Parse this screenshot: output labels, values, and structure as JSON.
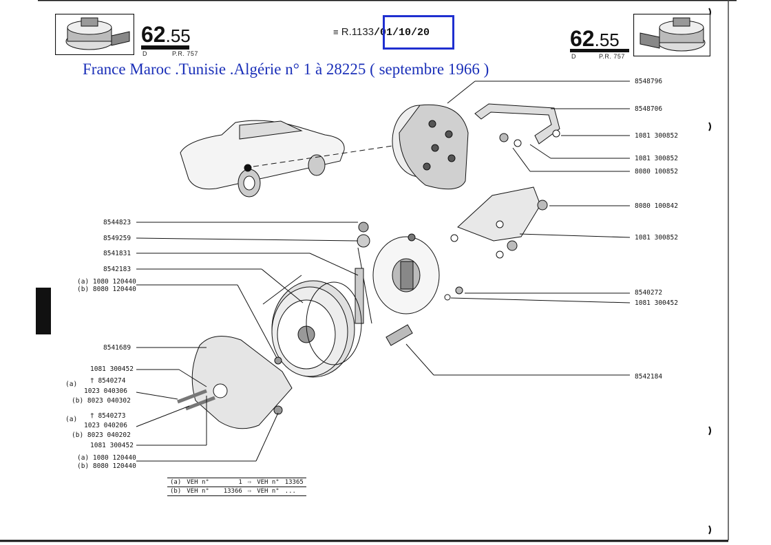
{
  "header": {
    "page_num_left_big": "62",
    "page_num_left_small": ".55",
    "left_sub_d": "D",
    "left_sub_pr": "P.R. 757",
    "ref_prefix": "R.1133",
    "ref_date": "/01/10/20",
    "page_num_right_big": "62",
    "page_num_right_small": ".55",
    "right_sub_d": "D",
    "right_sub_pr": "P.R. 757",
    "subtitle": "France Maroc .Tunisie .Algérie  n° 1 à 28225 ( septembre 1966 )"
  },
  "right_labels": [
    "8548796",
    "8548706",
    "1081 300852",
    "1081 300852",
    "8080 100852",
    "8080 100842",
    "1081 300852",
    "8540272",
    "1081 300452",
    "8542184"
  ],
  "left_labels": [
    "8544823",
    "8549259",
    "8541831",
    "8542183",
    "(a) 1080 120440",
    "(b) 8080 120440",
    "8541689",
    "1081 300452",
    "† 8540274",
    "1023 040306",
    "(b) 8023 040302",
    "† 8540273",
    "1023 040206",
    "(b) 8023 040202",
    "1081 300452",
    "(a) 1080 120440",
    "(b) 8080 120440",
    "(a)",
    "(a)"
  ],
  "legend": {
    "row_a": [
      "(a)",
      "VEH n°",
      "1",
      "⇨",
      "VEH n°",
      "13365"
    ],
    "row_b": [
      "(b)",
      "VEH n°",
      "13366",
      "⇨",
      "VEH n°",
      "..."
    ]
  },
  "colors": {
    "subtitle": "#1a2fb8",
    "date_box": "#1f2fd0",
    "ink": "#111111"
  }
}
